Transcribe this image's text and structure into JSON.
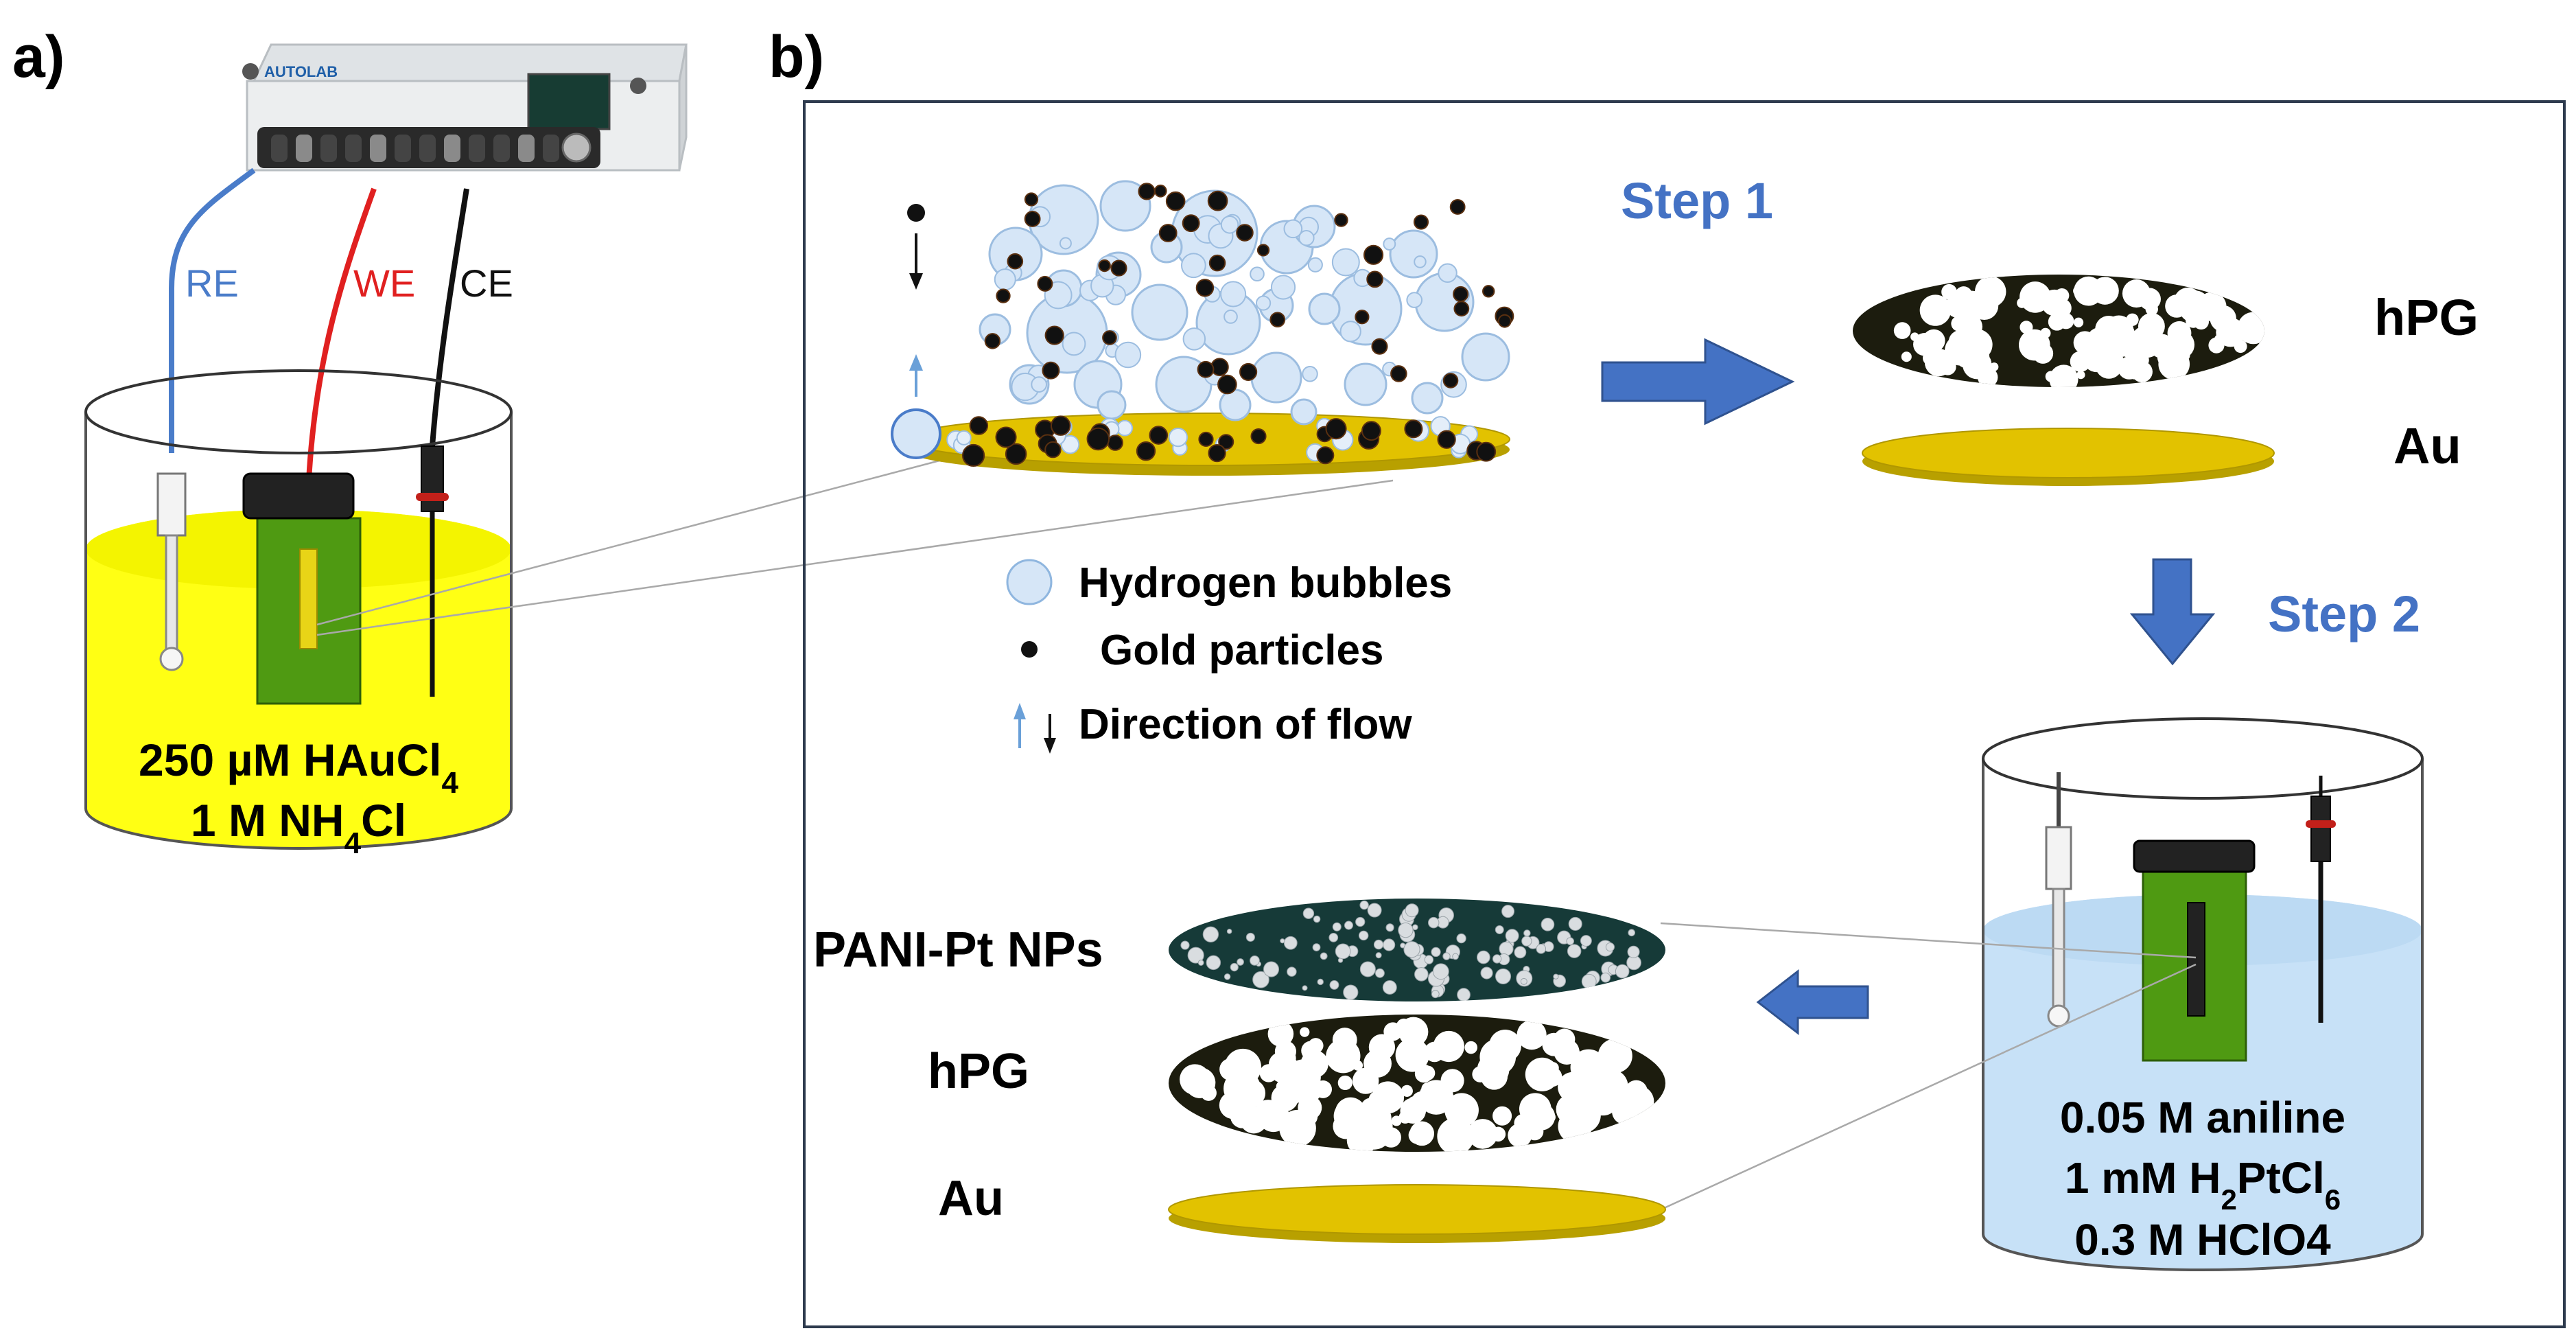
{
  "panel_a": {
    "label": "a)",
    "device_brand": "AUTOLAB",
    "wires": {
      "re": "RE",
      "we": "WE",
      "ce": "CE"
    },
    "colors": {
      "re": "#4a7cc9",
      "we": "#e02020",
      "ce": "#111111",
      "solution": "#ffff14",
      "electrode_green": "#4f9a12"
    },
    "solution": {
      "line1": "250 µM HAuCl",
      "line1_sub": "4",
      "line2_pre": "1 M NH",
      "line2_sub": "4",
      "line2_post": "Cl"
    }
  },
  "panel_b": {
    "label": "b)",
    "step1": "Step 1",
    "step2": "Step 2",
    "layers_top": {
      "hpg": "hPG",
      "au": "Au"
    },
    "legend": {
      "bubbles": "Hydrogen bubbles",
      "particles": "Gold particles",
      "flow": "Direction of flow"
    },
    "solution2": {
      "line1": "0.05 M aniline",
      "line2_pre": "1 mM H",
      "line2_sub1": "2",
      "line2_mid": "PtCl",
      "line2_sub2": "6",
      "line3": "0.3 M HClO4"
    },
    "stack": {
      "pani": "PANI-Pt NPs",
      "hpg": "hPG",
      "au": "Au"
    },
    "colors": {
      "accent": "#4472c4",
      "bubble": "#d6e6f7",
      "gold": "#e2c200",
      "hpg": "#1c1c0e",
      "pani": "#163a38",
      "solution2": "#c7e1f7"
    }
  }
}
